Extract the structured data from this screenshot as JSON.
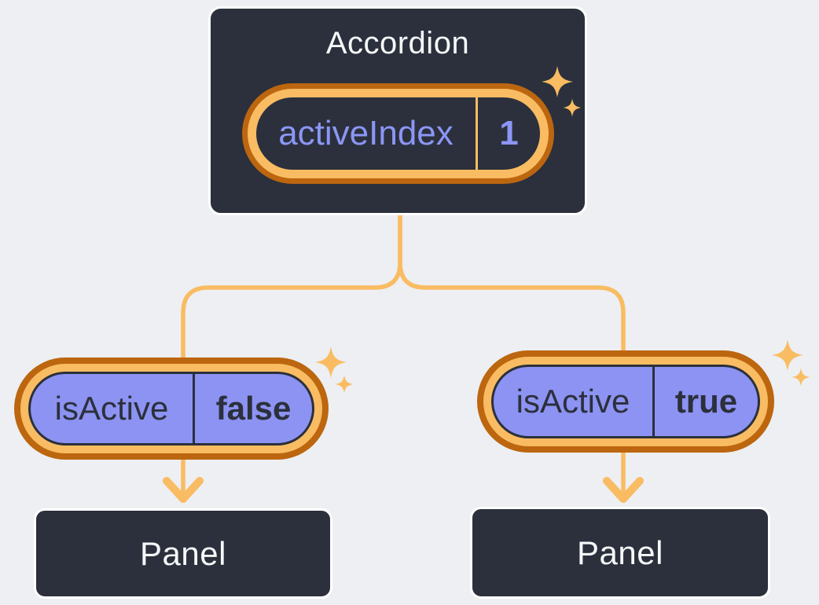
{
  "colors": {
    "background": "#EDEFF2",
    "node_fill": "#2B303C",
    "node_border": "#FFFFFF",
    "node_text": "#F6F7F9",
    "accent_light": "#F9BC62",
    "accent_dark": "#BC660F",
    "prop_fill": "#8D93F2",
    "prop_text_light": "#8B96F5",
    "prop_text_dark": "#2B303C"
  },
  "diagram": {
    "root": {
      "title": "Accordion",
      "state_pill": {
        "name": "activeIndex",
        "value": "1"
      },
      "decoration": "sparkle-icon"
    },
    "children": [
      {
        "state_pill": {
          "name": "isActive",
          "value": "false"
        },
        "panel_label": "Panel",
        "decoration": "sparkle-icon"
      },
      {
        "state_pill": {
          "name": "isActive",
          "value": "true"
        },
        "panel_label": "Panel",
        "decoration": "sparkle-icon"
      }
    ]
  }
}
